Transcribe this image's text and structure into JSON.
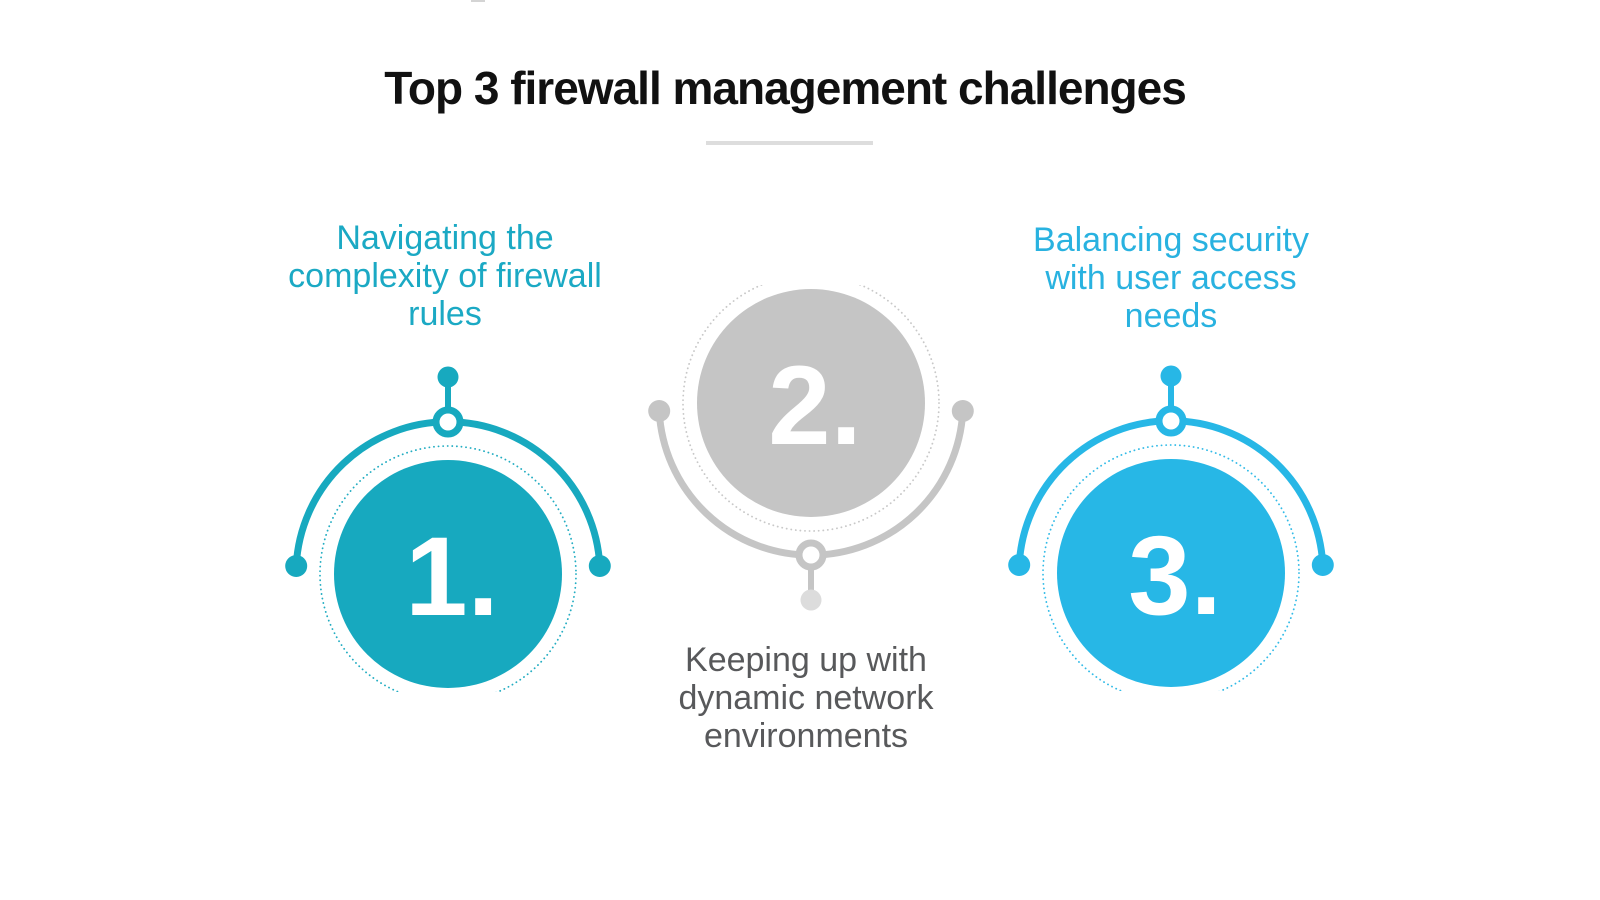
{
  "title": "Top 3 firewall management challenges",
  "colors": {
    "background": "#FFFFFF",
    "title_text": "#111111",
    "divider": "#DDDDDD",
    "edge_artifact": "#C9C9C9",
    "teal": "#17A9BF",
    "blue": "#27B7E6",
    "gray": "#C5C5C5",
    "gray_light": "#DCDCDC",
    "gray_label_text": "#58595B",
    "number_text": "#FFFFFF"
  },
  "items": [
    {
      "number": "1.",
      "label_lines": [
        "Navigating the",
        "complexity of firewall",
        "rules"
      ],
      "label_position": "above",
      "arc_orientation": "over-top",
      "color": "#17A9BF",
      "label_color": "#1BA9C4",
      "stem_dot_color": "#17A9BF"
    },
    {
      "number": "2.",
      "label_lines": [
        "Keeping up with",
        "dynamic network",
        "environments"
      ],
      "label_position": "below",
      "arc_orientation": "under-bottom",
      "color": "#C5C5C5",
      "label_color": "#58595B",
      "stem_dot_color": "#DCDCDC"
    },
    {
      "number": "3.",
      "label_lines": [
        "Balancing security",
        "with user access",
        "needs"
      ],
      "label_position": "above",
      "arc_orientation": "over-top",
      "color": "#27B7E6",
      "label_color": "#29B2E0",
      "stem_dot_color": "#27B7E6"
    }
  ]
}
